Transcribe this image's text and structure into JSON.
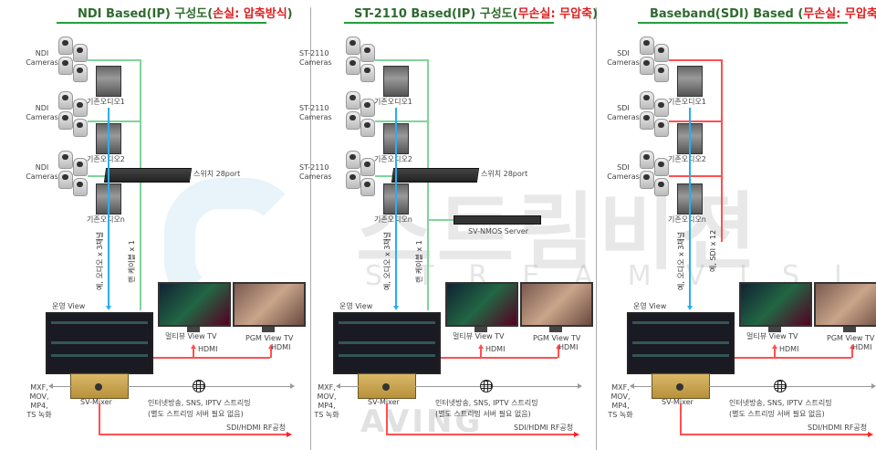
{
  "watermark": {
    "logo_text": "스트림비젼",
    "logo_sub": "STREAMVISION",
    "aving": "AVING"
  },
  "colors": {
    "title_green": "#2e6b2e",
    "accent_red": "#e02020",
    "ip_line": "#7fd49a",
    "audio_line": "#29aef0",
    "sdi_line": "#ff5050"
  },
  "panels": [
    {
      "type": "ndi",
      "title": "NDI Based(IP) 구성도(",
      "title_red": "손실: 압축방식",
      "title_end": ")",
      "camera_label": "NDI Cameras",
      "mixers": [
        "기존오디오1",
        "기존오디오2",
        "기존오디오n"
      ],
      "switch_label": "스위치  28port",
      "server_label": "",
      "audio_cable": "예, 오디오 x 3채널",
      "main_cable": "랜 케이블 x 1",
      "ops_view": "운영 View",
      "multiview_tv": "멀티뷰 View TV",
      "pgm_tv": "PGM View TV",
      "hdmi1": "HDMI",
      "hdmi2": "HDMI",
      "sv_mixer": "SV-Mixer",
      "record": "MXF, MOV, MP4, TS 녹화",
      "stream1": "인터넷방송, SNS, IPTV 스트리밍",
      "stream2": "(별도 스트리밍 서버 필요 없음)",
      "rf": "SDI/HDMI  RF공청"
    },
    {
      "type": "st2110",
      "title": "ST-2110 Based(IP) 구성도(",
      "title_red": "무손실: 무압축",
      "title_end": ")",
      "camera_label": "ST-2110 Cameras",
      "mixers": [
        "기존오디오1",
        "기존오디오2",
        "기존오디오n"
      ],
      "switch_label": "스위치  28port",
      "server_label": "SV-NMOS  Server",
      "audio_cable": "예, 오디오 x 3채널",
      "main_cable": "랜 케이블 x 1",
      "ops_view": "운영 View",
      "multiview_tv": "멀티뷰 View TV",
      "pgm_tv": "PGM View TV",
      "hdmi1": "HDMI",
      "hdmi2": "HDMI",
      "sv_mixer": "SV-Mixer",
      "record": "MXF, MOV, MP4, TS 녹화",
      "stream1": "인터넷방송, SNS, IPTV 스트리밍",
      "stream2": "(별도 스트리밍 서버 필요 없음)",
      "rf": "SDI/HDMI  RF공청"
    },
    {
      "type": "sdi",
      "title": "Baseband(SDI) Based (",
      "title_red": "무손실: 무압축",
      "title_end": ")",
      "camera_label": "SDI Cameras",
      "mixers": [
        "기존오디오1",
        "기존오디오2",
        "기존오디오n"
      ],
      "switch_label": "",
      "server_label": "",
      "audio_cable": "예, 오디오 x 3채널",
      "main_cable": "예, SDI x 12",
      "ops_view": "운영 View",
      "multiview_tv": "멀티뷰 View TV",
      "pgm_tv": "PGM View TV",
      "hdmi1": "HDMI",
      "hdmi2": "HDMI",
      "sv_mixer": "SV-Mixer",
      "record": "MXF, MOV, MP4, TS 녹화",
      "stream1": "인터넷방송, SNS, IPTV 스트리밍",
      "stream2": "(별도 스트리밍 서버 필요 없음)",
      "rf": "SDI/HDMI  RF공청"
    }
  ]
}
